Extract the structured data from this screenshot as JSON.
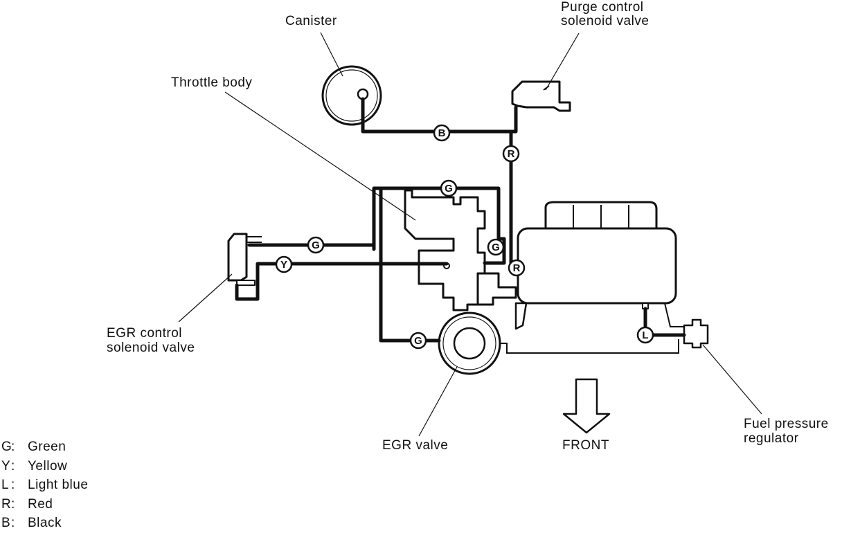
{
  "labels": {
    "canister": "Canister",
    "purge_line1": "Purge control",
    "purge_line2": "solenoid valve",
    "throttle_body": "Throttle body",
    "egr_control_line1": "EGR control",
    "egr_control_line2": "solenoid valve",
    "egr_valve": "EGR valve",
    "front": "FRONT",
    "fuel_line1": "Fuel pressure",
    "fuel_line2": "regulator"
  },
  "hose_tags": {
    "black": "B",
    "red": "R",
    "green": "G",
    "yellow": "Y",
    "light_blue": "L"
  },
  "legend": [
    {
      "code": "G",
      "sep": ":",
      "name": "Green"
    },
    {
      "code": "Y",
      "sep": ":",
      "name": "Yellow"
    },
    {
      "code": "L",
      "sep": ":",
      "name": "Light blue"
    },
    {
      "code": "R",
      "sep": ":",
      "name": "Red"
    },
    {
      "code": "B",
      "sep": ":",
      "name": "Black"
    }
  ]
}
